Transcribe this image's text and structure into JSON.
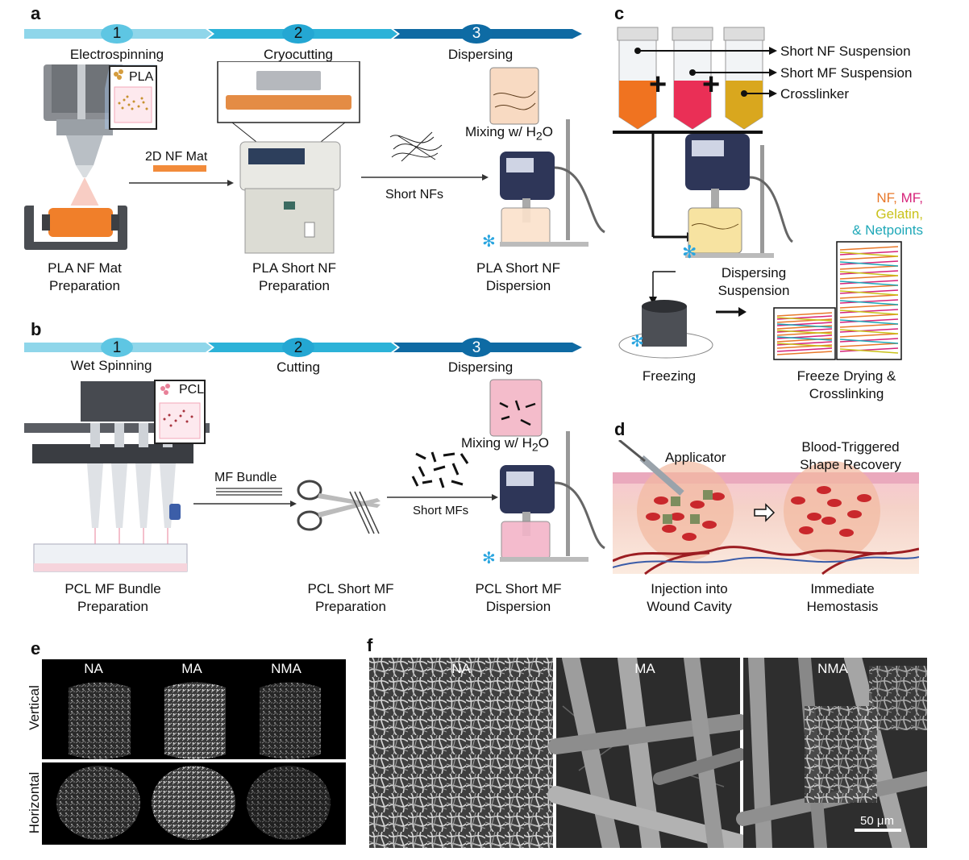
{
  "panels": {
    "a": {
      "label": "a",
      "steps": [
        {
          "num": "1",
          "label": "Electrospinning"
        },
        {
          "num": "2",
          "label": "Cryocutting"
        },
        {
          "num": "3",
          "label": "Dispersing"
        }
      ],
      "inset_label": "PLA",
      "arrow1_label": "2D NF Mat",
      "arrow2_label": "Short NFs",
      "mixing_label": "Mixing w/ H",
      "mixing_sub": "2",
      "mixing_end": "O",
      "captions": [
        {
          "line1": "PLA NF Mat",
          "line2": "Preparation"
        },
        {
          "line1": "PLA Short NF",
          "line2": "Preparation"
        },
        {
          "line1": "PLA Short NF",
          "line2": "Dispersion"
        }
      ]
    },
    "b": {
      "label": "b",
      "steps": [
        {
          "num": "1",
          "label": "Wet Spinning"
        },
        {
          "num": "2",
          "label": "Cutting"
        },
        {
          "num": "3",
          "label": "Dispersing"
        }
      ],
      "inset_label": "PCL",
      "arrow1_label": "MF Bundle",
      "arrow2_label": "Short MFs",
      "mixing_label": "Mixing w/ H",
      "mixing_sub": "2",
      "mixing_end": "O",
      "captions": [
        {
          "line1": "PCL MF Bundle",
          "line2": "Preparation"
        },
        {
          "line1": "PCL Short MF",
          "line2": "Preparation"
        },
        {
          "line1": "PCL Short MF",
          "line2": "Dispersion"
        }
      ]
    },
    "c": {
      "label": "c",
      "tube_labels": [
        "Short NF Suspension",
        "Short MF Suspension",
        "Crosslinker"
      ],
      "plus": "+",
      "dispersing_label": "Dispersing",
      "dispersing_label2": "Suspension",
      "freezing_label": "Freezing",
      "freeze_dry_line1": "Freeze Drying &",
      "freeze_dry_line2": "Crosslinking",
      "legend": {
        "nf": "NF,",
        "mf": "MF,",
        "gelatin": "Gelatin,",
        "netpoints": "& Netpoints"
      },
      "colors": {
        "nf": "#e8782a",
        "mf": "#d6247a",
        "gelatin": "#c9c21a",
        "netpoints": "#1fa8b8"
      }
    },
    "d": {
      "label": "d",
      "applicator": "Applicator",
      "recovery_line1": "Blood-Triggered",
      "recovery_line2": "Shape Recovery",
      "cap1_line1": "Injection into",
      "cap1_line2": "Wound Cavity",
      "cap2_line1": "Immediate",
      "cap2_line2": "Hemostasis"
    },
    "e": {
      "label": "e",
      "columns": [
        "NA",
        "MA",
        "NMA"
      ],
      "rows": [
        "Vertical",
        "Horizontal"
      ]
    },
    "f": {
      "label": "f",
      "columns": [
        "NA",
        "MA",
        "NMA"
      ],
      "scalebar": "50 μm"
    }
  }
}
